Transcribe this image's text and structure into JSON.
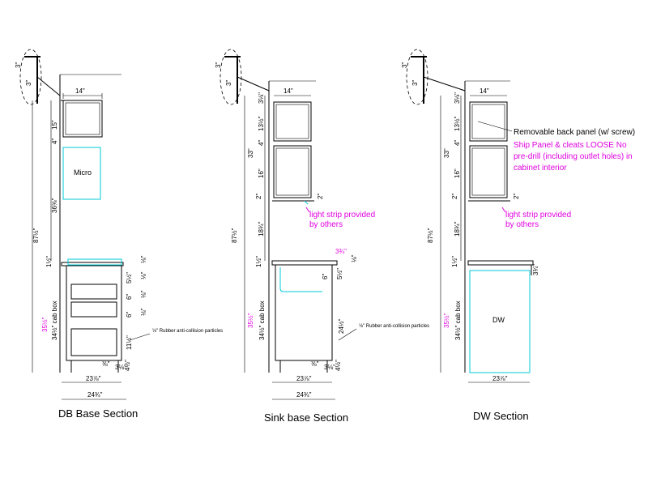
{
  "sections": [
    {
      "title": "DB Base Section",
      "upper_depth": "14\"",
      "micro_label": "Micro",
      "dims": {
        "top": "3\"",
        "upper_height": "15\"",
        "gap_small": "4\"",
        "gap_big": "36⅝\"",
        "overall": "87½\"",
        "counter": "1½\"",
        "base_mag": "35½\"",
        "cab_box": "34½\" cab box",
        "toe": "4½\"",
        "width_in": "23⅞\"",
        "width_out": "24¾\"",
        "d1": "5½\"",
        "d2": "6\"",
        "d3": "6\"",
        "d4": "11½\"",
        "s1": "⅛\"",
        "s2": "⅛\"",
        "s3": "⅛\"",
        "s4": "⅛\"",
        "bottom_gap": "⅜\"",
        "bottom_toe": "3⅛\"",
        "rubber": "⅛\" Rubber anti-collision particles"
      }
    },
    {
      "title": "Sink base Section",
      "upper_depth": "14\"",
      "dims": {
        "top": "3\"",
        "u1": "3⅛\"",
        "u2": "13½\"",
        "u3": "4\"",
        "u4": "16\"",
        "u5": "2\"",
        "u6": "2\"",
        "upper_total": "33\"",
        "gap": "18¾\"",
        "overall": "87½\"",
        "counter": "1½\"",
        "counter_mag": "3¾\"",
        "sink": "6\"",
        "d1": "5½\"",
        "s1": "⅛\"",
        "base_mag": "35½\"",
        "cab_box": "34½\" cab box",
        "lower": "24½\"",
        "toe": "4½\"",
        "bottom_gap": "⅜\"",
        "bottom_toe": "3⅛\"",
        "width_in": "23⅞\"",
        "width_out": "24¾\"",
        "rubber": "⅛\" Rubber anti-collision particles"
      },
      "light_strip": [
        "light strip provided",
        "by others"
      ]
    },
    {
      "title": "DW  Section",
      "upper_depth": "14\"",
      "dw_label": "DW",
      "dims": {
        "top": "3\"",
        "u1": "3⅛\"",
        "u2": "13½\"",
        "u3": "4\"",
        "u4": "16\"",
        "u5": "2\"",
        "u6": "2\"",
        "upper_total": "33\"",
        "gap": "18¾\"",
        "overall": "87½\"",
        "counter": "1½\"",
        "counter_r": "3¾\"",
        "base_mag": "35½\"",
        "cab_box": "34½\" cab box",
        "width": "23⅞\""
      },
      "light_strip": [
        "light strip provided",
        "by others"
      ],
      "removable_note": "Removable back panel (w/ screw)",
      "ship_note": [
        "Ship Panel & cleats LOOSE No",
        "pre-drill (including outlet holes) in",
        "cabinet interior"
      ]
    }
  ]
}
